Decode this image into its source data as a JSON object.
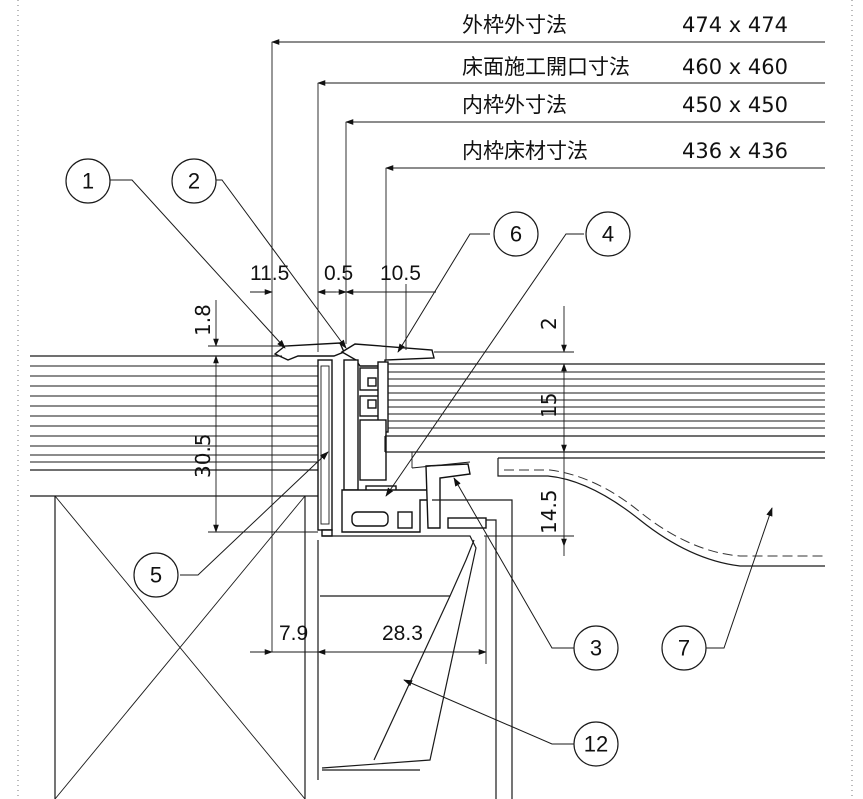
{
  "header_dimensions": [
    {
      "label": "外枠外寸法",
      "value": "474 x 474"
    },
    {
      "label": "床面施工開口寸法",
      "value": "460 x 460"
    },
    {
      "label": "内枠外寸法",
      "value": "450 x 450"
    },
    {
      "label": "内枠床材寸法",
      "value": "436 x 436"
    }
  ],
  "dimensions": {
    "d_11_5": "11.5",
    "d_0_5": "0.5",
    "d_10_5": "10.5",
    "d_1_8": "1.8",
    "d_30_5": "30.5",
    "d_2": "2",
    "d_15": "15",
    "d_14_5": "14.5",
    "d_7_9": "7.9",
    "d_28_3": "28.3"
  },
  "callouts": [
    "1",
    "2",
    "3",
    "4",
    "5",
    "6",
    "7",
    "12"
  ]
}
